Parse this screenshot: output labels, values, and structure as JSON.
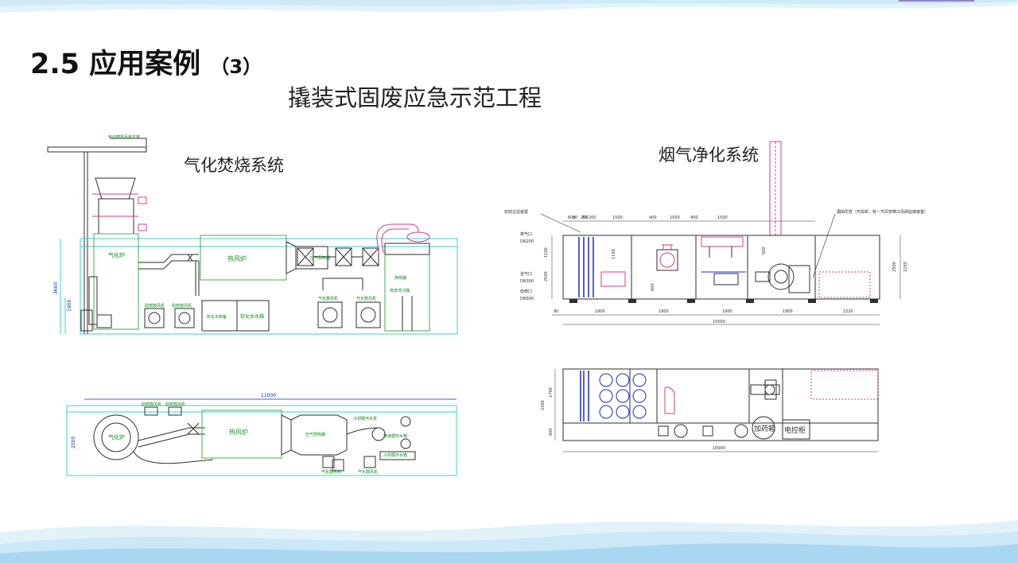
{
  "title": {
    "main": "2.5 应用案例",
    "num": "（3）"
  },
  "subtitle": "撬装式固废应急示范工程",
  "left_section": {
    "label": "气化焚烧系统",
    "top_view": {
      "labels": {
        "support": "电动葫芦吊装支架",
        "gasifier": "气化炉",
        "heater": "热风炉",
        "air_preheater": "空气预热器",
        "heat_exchanger": "换热器",
        "quench_tower": "高效洗冷器",
        "fan_a": "助燃鼓风机",
        "fan_b": "助燃鼓风机",
        "softener_equip": "软化水制备",
        "softener_tank": "软化水水箱",
        "gas_fan_a": "气化鼓风机",
        "gas_fan_b": "气化鼓风机"
      },
      "dims": {
        "h1": "3600",
        "h2": "1900"
      }
    },
    "plan_view": {
      "labels": {
        "gasifier": "气化炉",
        "heater": "热风炉",
        "air_preheater": "空气预热器",
        "fan_a": "助燃鼓风机",
        "fan_b": "助燃鼓风机",
        "cooling_pump": "冷却循环水泵",
        "spray_tank": "喷淋循环水箱",
        "cooling_tank": "冷却循环水箱",
        "gas_fan_a": "气化鼓风机",
        "gas_fan_b": "气化鼓风机"
      },
      "dims": {
        "length": "11000",
        "width": "2500"
      }
    }
  },
  "right_section": {
    "label": "烟气净化系统",
    "elevation": {
      "labels": {
        "pre_filter": "初效过滤装置",
        "exhaust_note": "烟囱风管（可拆卸，有一节风管带冷风阀拍接装置）",
        "exhaust_port": "排气口",
        "exhaust_dn": "DN200",
        "intake_port": "进气口",
        "intake_dn": "DN300",
        "inspect_port": "检修口",
        "inspect_dn": "DN500"
      },
      "top_dims": [
        "50",
        "50",
        "600",
        "200",
        "200",
        "1500",
        "400",
        "1000",
        "400",
        "1500"
      ],
      "bottom_dims": [
        "90",
        "1900",
        "1900",
        "1900",
        "1900",
        "2220"
      ],
      "total": "10000",
      "side_dims": {
        "h1": "2500",
        "h2": "2250",
        "v1": "1100",
        "v2": "1100",
        "v3": "2500",
        "v4": "600",
        "v5": "500"
      }
    },
    "plan": {
      "labels": {
        "dosing_box": "加药箱",
        "control_cabinet": "电控柜"
      },
      "dims": {
        "total": "10000",
        "w1": "1700",
        "w2": "2300",
        "w3": "600"
      }
    }
  },
  "colors": {
    "frame": "#3ad1cf",
    "equipment": "#44ad4a",
    "label_text": "#0d8a1a",
    "dimension": "#0a2bbf",
    "drawing": "#2e2e2e",
    "accent_magenta": "#d03d8e",
    "wave_light": "#cde9f7",
    "wave_dark": "#8dc6ea"
  }
}
